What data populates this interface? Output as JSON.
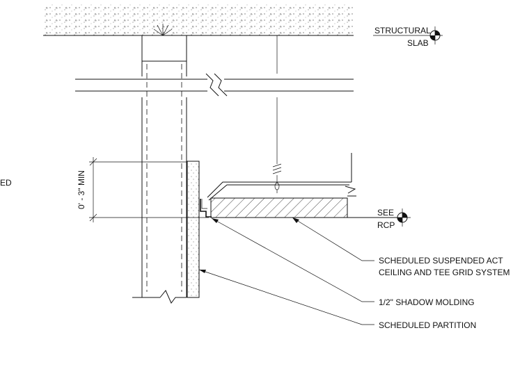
{
  "labels": {
    "structural_top": "STRUCTURAL",
    "structural_bottom": "SLAB",
    "see_top": "SEE",
    "see_bottom": "RCP",
    "left_fragment": "ED",
    "dimension": "0' - 3\" MIN",
    "callout_ceiling_line1": "SCHEDULED SUSPENDED ACT",
    "callout_ceiling_line2": "CEILING AND TEE GRID SYSTEM",
    "callout_molding": "1/2\" SHADOW MOLDING",
    "callout_partition": "SCHEDULED PARTITION"
  },
  "colors": {
    "line": "#111111",
    "background": "#ffffff"
  }
}
